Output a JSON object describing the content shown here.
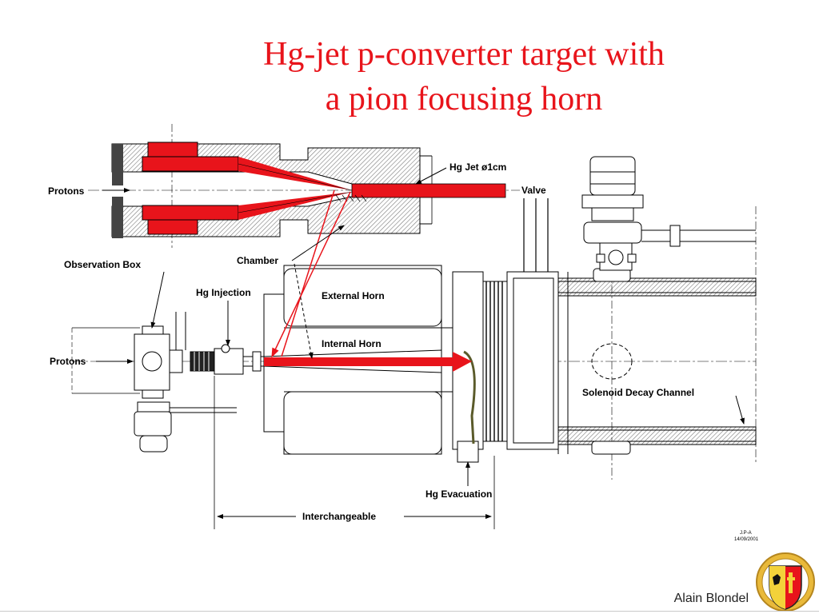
{
  "title": {
    "line1": "Hg-jet p-converter target with",
    "line2": "a pion focusing horn"
  },
  "labels": {
    "protons_top": "Protons",
    "hg_jet": "Hg Jet ø1cm",
    "valve": "Valve",
    "observation_box": "Observation Box",
    "chamber": "Chamber",
    "hg_injection": "Hg Injection",
    "external_horn": "External Horn",
    "internal_horn": "Internal Horn",
    "protons_bottom": "Protons",
    "solenoid": "Solenoid Decay Channel",
    "hg_evacuation": "Hg Evacuation",
    "interchangeable": "Interchangeable",
    "drawing_id": "J.P-A",
    "drawing_date": "14/09/2001"
  },
  "author": "Alain Blondel",
  "colors": {
    "accent": "#e8141b",
    "line": "#000000",
    "hatch": "#7a7a7a"
  },
  "icons": {
    "logo": "geneva-coat-of-arms"
  }
}
